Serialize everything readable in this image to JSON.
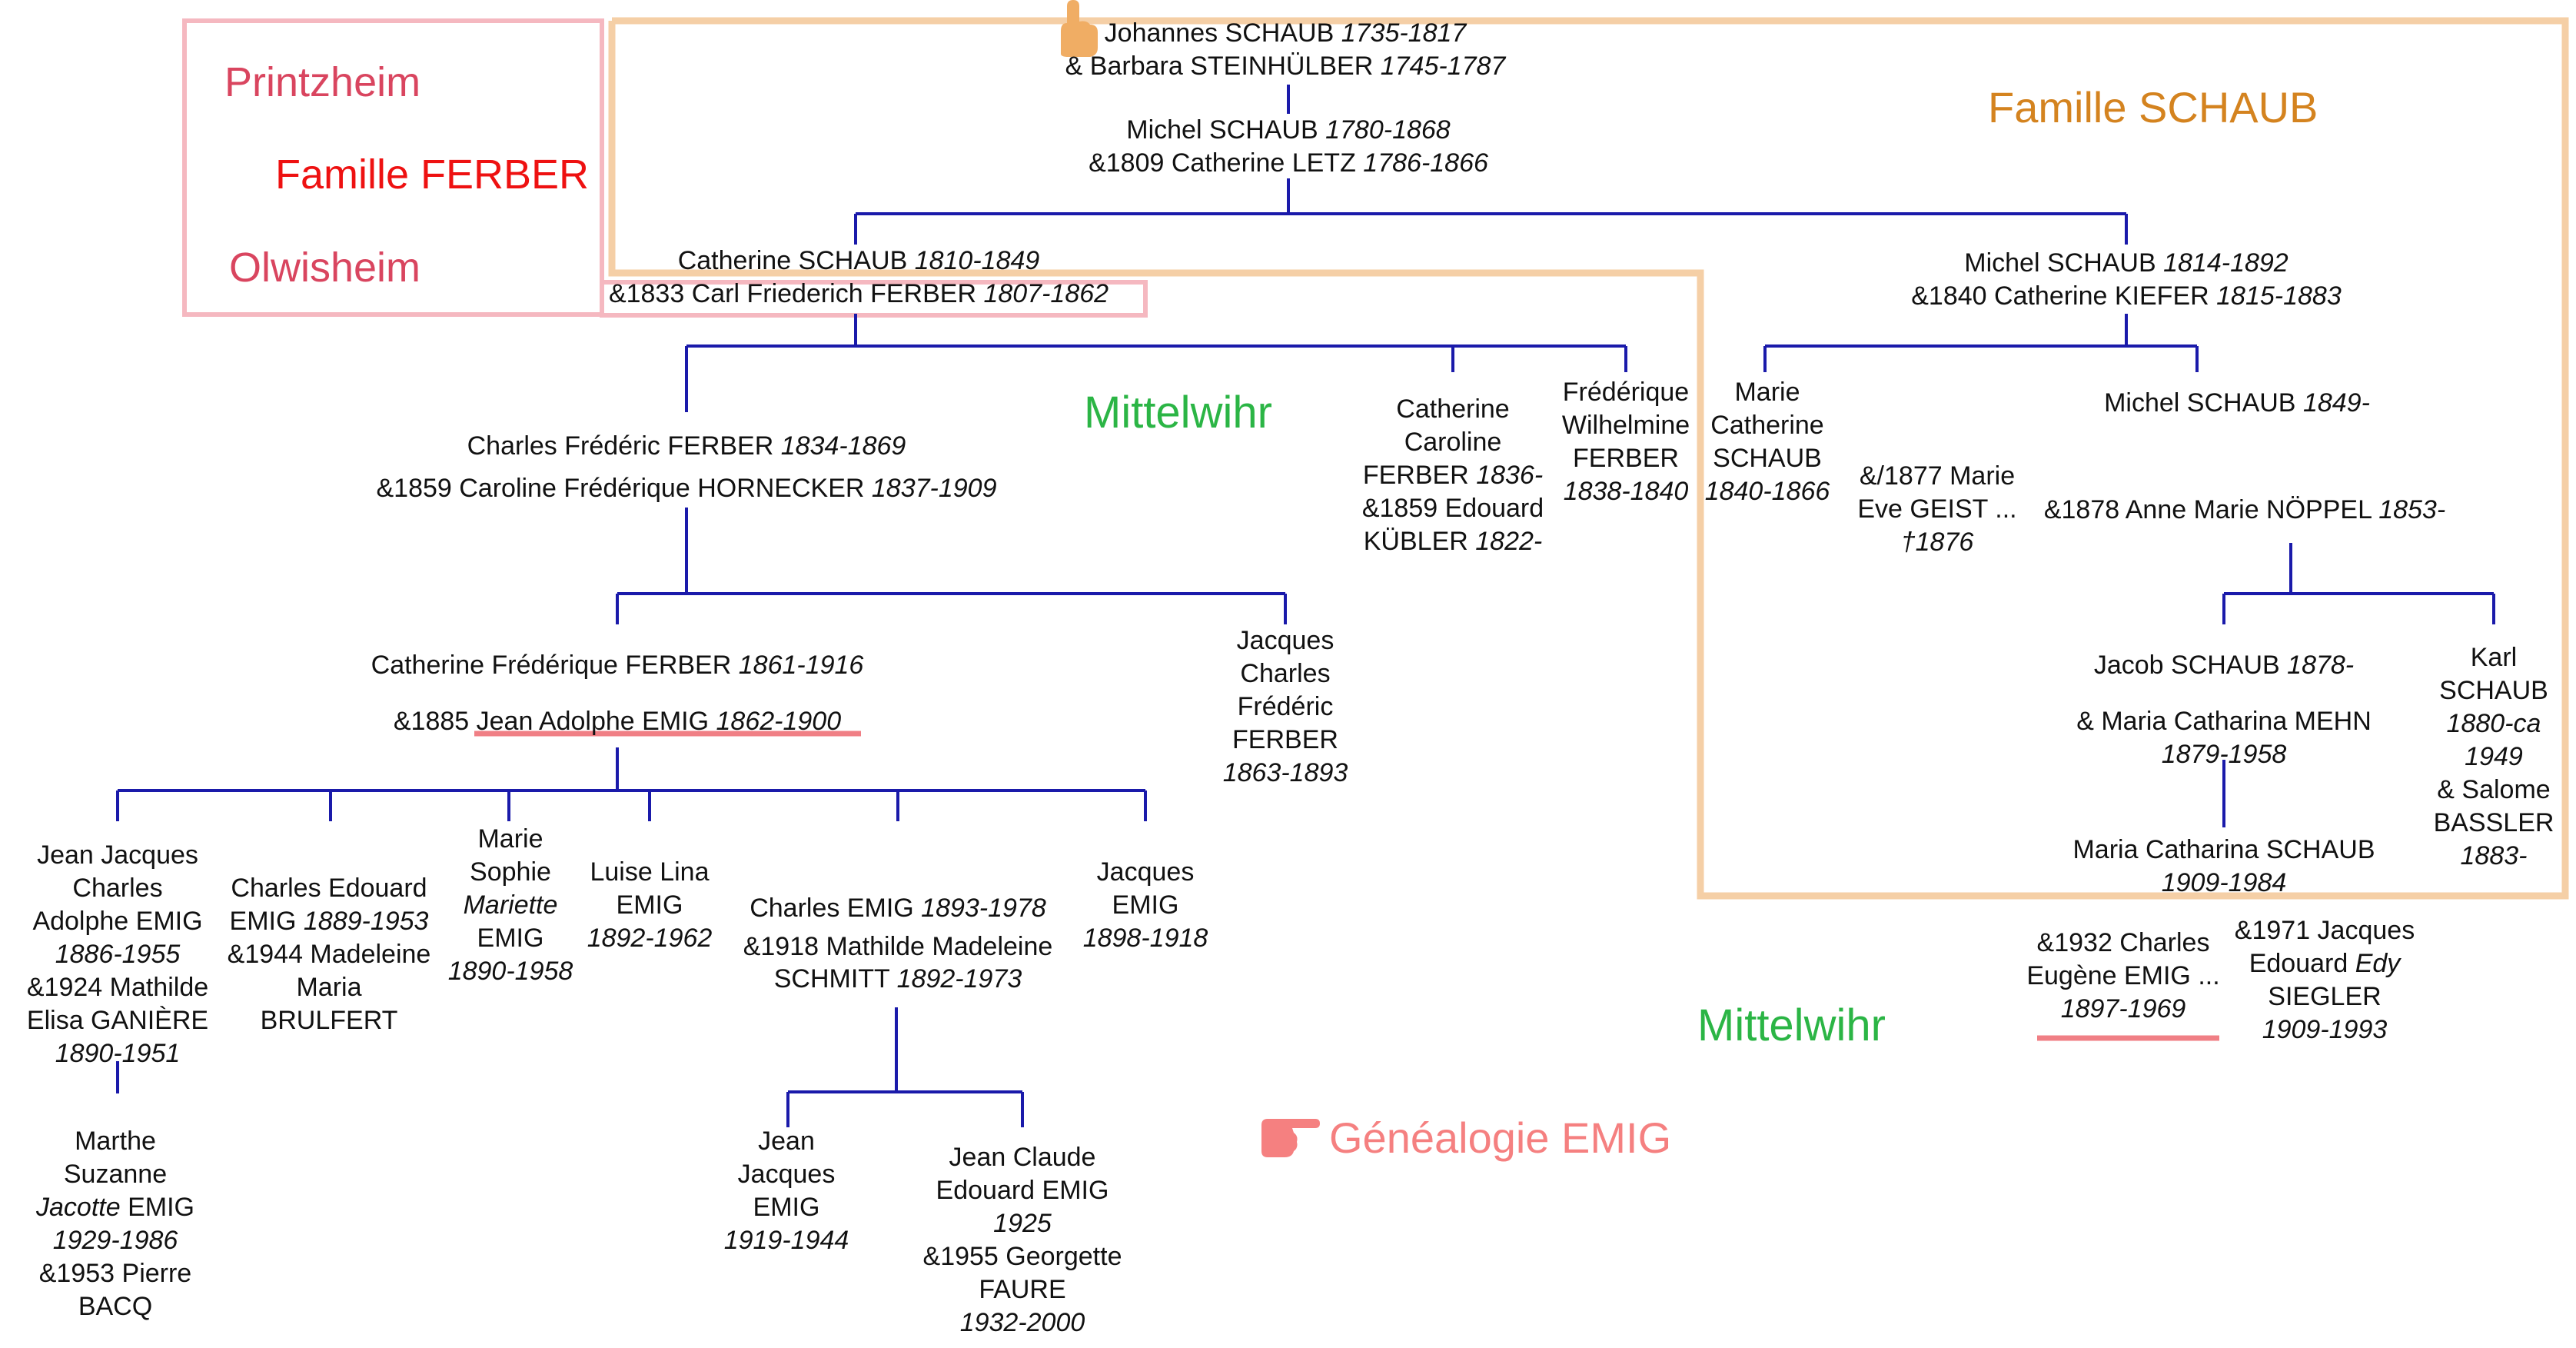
{
  "links": {
    "printzheim": "Printzheim",
    "famille_ferber": "Famille FERBER",
    "olwisheim": "Olwisheim",
    "famille_schaub": "Famille SCHAUB",
    "mittelwihr_1": "Mittelwihr",
    "mittelwihr_2": "Mittelwihr",
    "genealogie_emig": "Généalogie EMIG"
  },
  "icons": {
    "top_hand": "pointing-hand-icon",
    "genealogie_hand": "pointing-hand-icon"
  },
  "colors": {
    "lines": "#1a1aaa",
    "ferber_box": "#f5b8c0",
    "schaub_box": "#f5cfa6",
    "underline": "#f07f85"
  },
  "people": {
    "johannes": {
      "l1": "Johannes SCHAUB",
      "l1d": "1735-1817",
      "l2": "& Barbara STEINHÜLBER",
      "l2d": "1745-1787"
    },
    "michel1780": {
      "l1": "Michel SCHAUB",
      "l1d": "1780-1868",
      "l2": "&1809 Catherine LETZ",
      "l2d": "1786-1866"
    },
    "catherine1810": {
      "l1": "Catherine SCHAUB",
      "l1d": "1810-1849",
      "l2": "&1833 Carl Friederich FERBER",
      "l2d": "1807-1862"
    },
    "michel1814": {
      "l1": "Michel SCHAUB",
      "l1d": "1814-1892",
      "l2": "&1840 Catherine KIEFER",
      "l2d": "1815-1883"
    },
    "charles1834": {
      "l1": "Charles Frédéric FERBER",
      "l1d": "1834-1869",
      "l2": "&1859 Caroline Frédérique HORNECKER",
      "l2d": "1837-1909"
    },
    "catherine_caroline": {
      "l1": "Catherine",
      "l2": "Caroline",
      "l3": "FERBER",
      "l3d": "1836-",
      "l4": "&1859 Edouard",
      "l5": "KÜBLER",
      "l5d": "1822-"
    },
    "frederique": {
      "l1": "Frédérique",
      "l2": "Wilhelmine",
      "l3": "FERBER",
      "l4d": "1838-1840"
    },
    "marie_catherine": {
      "l1": "Marie",
      "l2": "Catherine",
      "l3": "SCHAUB",
      "l4d": "1840-1866"
    },
    "marie_eve_geist": {
      "l1": "&/1877 Marie",
      "l2": "Eve GEIST",
      "l2e": "...",
      "l3d": "†1876"
    },
    "michel1849": {
      "l1": "Michel SCHAUB",
      "l1d": "1849-"
    },
    "anne_marie": {
      "l1": "&1878 Anne Marie NÖPPEL",
      "l1d": "1853-"
    },
    "catherine1861": {
      "l1": "Catherine Frédérique FERBER",
      "l1d": "1861-1916",
      "l2a": "&1885",
      "l2b": "Jean Adolphe EMIG",
      "l2d": "1862-1900"
    },
    "jacques1863": {
      "l1": "Jacques",
      "l2": "Charles",
      "l3": "Frédéric",
      "l4": "FERBER",
      "l5d": "1863-1893"
    },
    "jacob1878": {
      "l1": "Jacob SCHAUB",
      "l1d": "1878-",
      "l2": "& Maria Catharina MEHN",
      "l3d": "1879-1958"
    },
    "karl1880": {
      "l1": "Karl",
      "l2": "SCHAUB",
      "l3d": "1880-ca",
      "l4d": "1949",
      "l5": "& Salome",
      "l6": "BASSLER",
      "l7d": "1883-"
    },
    "maria_catharina": {
      "l1": "Maria Catharina SCHAUB",
      "l2d": "1909-1984"
    },
    "charles_eugene": {
      "l1": "&1932 Charles",
      "l2": "Eugène EMIG",
      "l2e": "...",
      "l3d": "1897-1969"
    },
    "jacques_siegler": {
      "l1": "&1971 Jacques",
      "l2": "Edouard",
      "l2i": "Edy",
      "l3": "SIEGLER",
      "l4d": "1909-1993"
    },
    "jean_jacques1886": {
      "l1": "Jean Jacques",
      "l2": "Charles",
      "l3": "Adolphe EMIG",
      "l4d": "1886-1955",
      "l5": "&1924 Mathilde",
      "l6": "Elisa GANIÈRE",
      "l7d": "1890-1951"
    },
    "charles_edouard": {
      "l1": "Charles Edouard",
      "l2": "EMIG",
      "l2d": "1889-1953",
      "l3": "&1944 Madeleine",
      "l4": "Maria",
      "l5": "BRULFERT"
    },
    "marie_sophie": {
      "l1": "Marie",
      "l2": "Sophie",
      "l3i": "Mariette",
      "l4": "EMIG",
      "l5d": "1890-1958"
    },
    "luise_lina": {
      "l1": "Luise Lina",
      "l2": "EMIG",
      "l3d": "1892-1962"
    },
    "charles1893": {
      "l1": "Charles EMIG",
      "l1d": "1893-1978",
      "l2": "&1918 Mathilde Madeleine",
      "l3": "SCHMITT",
      "l3d": "1892-1973"
    },
    "jacques1898": {
      "l1": "Jacques",
      "l2": "EMIG",
      "l3d": "1898-1918"
    },
    "marthe": {
      "l1": "Marthe",
      "l2": "Suzanne",
      "l3i": "Jacotte",
      "l3": "EMIG",
      "l4d": "1929-1986",
      "l5": "&1953 Pierre",
      "l6": "BACQ"
    },
    "jean_jacques1919": {
      "l1": "Jean",
      "l2": "Jacques",
      "l3": "EMIG",
      "l4d": "1919-1944"
    },
    "jean_claude": {
      "l1": "Jean Claude",
      "l2": "Edouard EMIG",
      "l3d": "1925",
      "l4": "&1955 Georgette",
      "l5": "FAURE",
      "l6d": "1932-2000"
    }
  }
}
